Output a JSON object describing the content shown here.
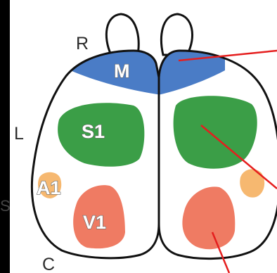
{
  "orientation_labels": {
    "rostral": "R",
    "lateral": "L",
    "caudal": "C"
  },
  "regions": {
    "motor": "M",
    "somatosensory": "S1",
    "auditory": "A1",
    "visual": "V1"
  },
  "edge_glyph": "S",
  "colors": {
    "background": "#000000",
    "panel": "#ffffff",
    "outline": "#111111",
    "motor": "#4a7cc6",
    "somatosensory": "#3b9e47",
    "auditory": "#f6b870",
    "visual": "#ef7b63",
    "pointer": "#e51e1e"
  }
}
